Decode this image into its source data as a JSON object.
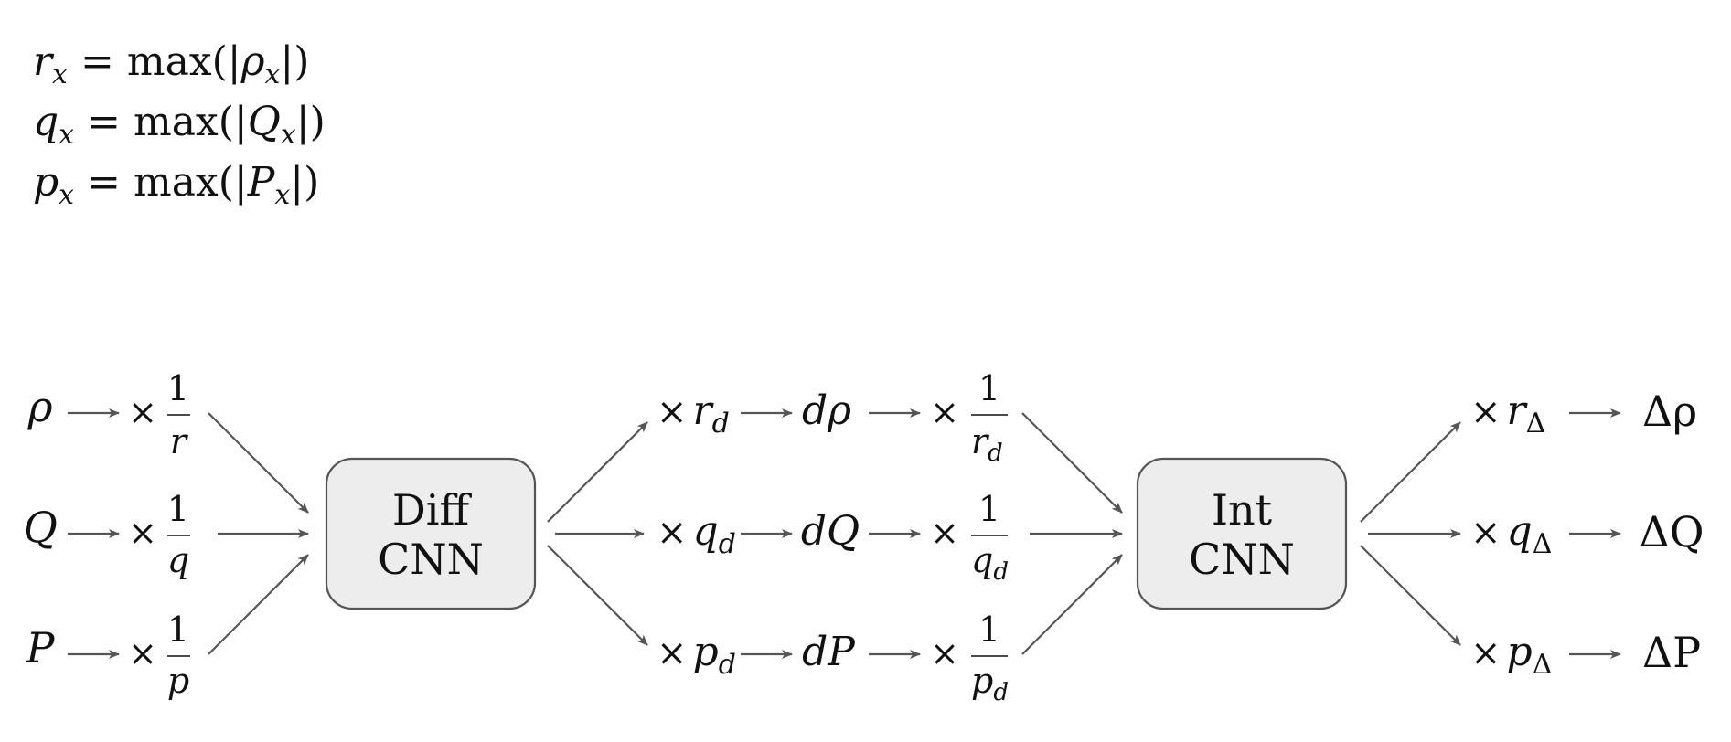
{
  "definitions": [
    {
      "var": "r",
      "sub": "x",
      "fn": "max",
      "arg": "ρ",
      "argsub": "x"
    },
    {
      "var": "q",
      "sub": "x",
      "fn": "max",
      "arg": "Q",
      "argsub": "x"
    },
    {
      "var": "p",
      "sub": "x",
      "fn": "max",
      "arg": "P",
      "argsub": "x"
    }
  ],
  "symbols": {
    "times": "×",
    "one": "1",
    "equals": "=",
    "delta": "Δ"
  },
  "inputs": [
    {
      "name": "ρ",
      "scale": "r"
    },
    {
      "name": "Q",
      "scale": "q"
    },
    {
      "name": "P",
      "scale": "p"
    }
  ],
  "diff_cnn": {
    "line1": "Diff",
    "line2": "CNN"
  },
  "diff_outputs": [
    {
      "scale": "r",
      "sub": "d",
      "dvar": "dρ"
    },
    {
      "scale": "q",
      "sub": "d",
      "dvar": "dQ"
    },
    {
      "scale": "p",
      "sub": "d",
      "dvar": "dP"
    }
  ],
  "int_cnn": {
    "line1": "Int",
    "line2": "CNN"
  },
  "int_outputs": [
    {
      "scale": "r",
      "sub": "Δ",
      "result": "Δρ"
    },
    {
      "scale": "q",
      "sub": "Δ",
      "result": "ΔQ"
    },
    {
      "scale": "p",
      "sub": "Δ",
      "result": "ΔP"
    }
  ]
}
